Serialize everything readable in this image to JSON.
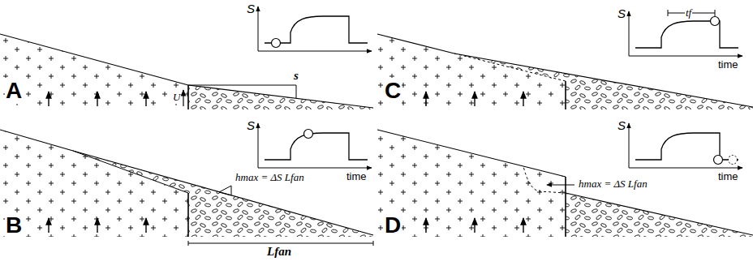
{
  "diagram": {
    "labels": [
      "A",
      "S",
      "U",
      "s",
      "B",
      "S",
      "time",
      "hmax = ΔS Lfan",
      "Lfan",
      "C",
      "S",
      "tf",
      "time",
      "D",
      "S",
      "time",
      "hmax = ΔS Lfan"
    ]
  }
}
